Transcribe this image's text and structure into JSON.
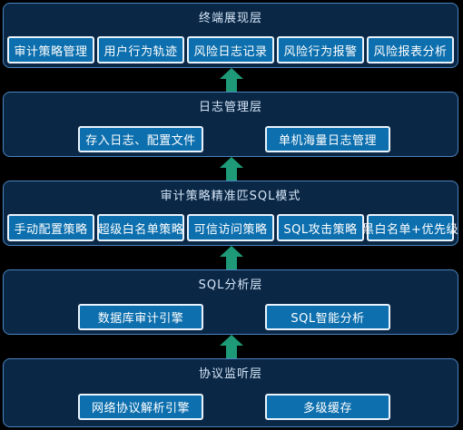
{
  "colors": {
    "background": "#000000",
    "layer_fill": "#0a2746",
    "layer_border": "#4a84bf",
    "box_fill": "#0d6fae",
    "box_border": "#eaf3fb",
    "arrow": "#1e9a78"
  },
  "layers": [
    {
      "title": "终端展现层",
      "items": [
        "审计策略管理",
        "用户行为轨迹",
        "风险日志记录",
        "风险行为报警",
        "风险报表分析"
      ]
    },
    {
      "title": "日志管理层",
      "items": [
        "存入日志、配置文件",
        "单机海量日志管理"
      ]
    },
    {
      "title": "审计策略精准匹SQL模式",
      "items": [
        "手动配置策略",
        "超级白名单策略",
        "可信访问策略",
        "SQL攻击策略",
        "黑白名单+优先级"
      ]
    },
    {
      "title": "SQL分析层",
      "items": [
        "数据库审计引擎",
        "SQL智能分析"
      ]
    },
    {
      "title": "协议监听层",
      "items": [
        "网络协议解析引擎",
        "多级缓存"
      ]
    }
  ]
}
